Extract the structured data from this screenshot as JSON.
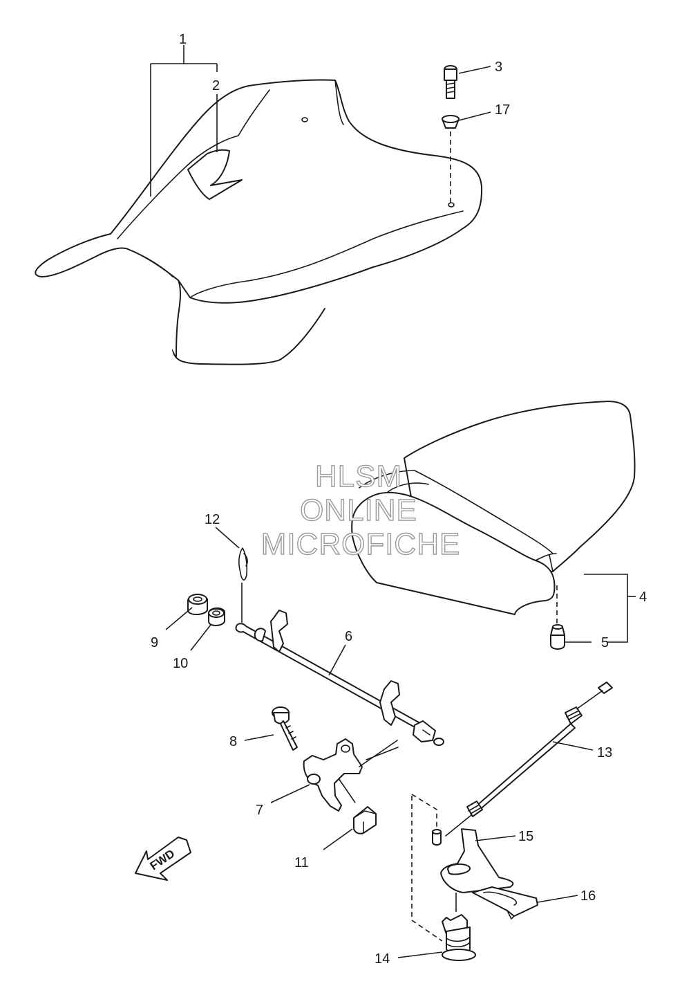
{
  "callouts": {
    "c1": "1",
    "c2": "2",
    "c3": "3",
    "c4": "4",
    "c5": "5",
    "c6": "6",
    "c7": "7",
    "c8": "8",
    "c9": "9",
    "c10": "10",
    "c11": "11",
    "c12": "12",
    "c13": "13",
    "c14": "14",
    "c15": "15",
    "c16": "16",
    "c17": "17"
  },
  "watermark": {
    "line1": "HLSM",
    "line2": "ONLINE",
    "line3": "MICROFICHE",
    "color": "#9a9a9a"
  },
  "fwd_label": "FWD",
  "colors": {
    "line": "#1a1a1a",
    "background": "#ffffff"
  }
}
